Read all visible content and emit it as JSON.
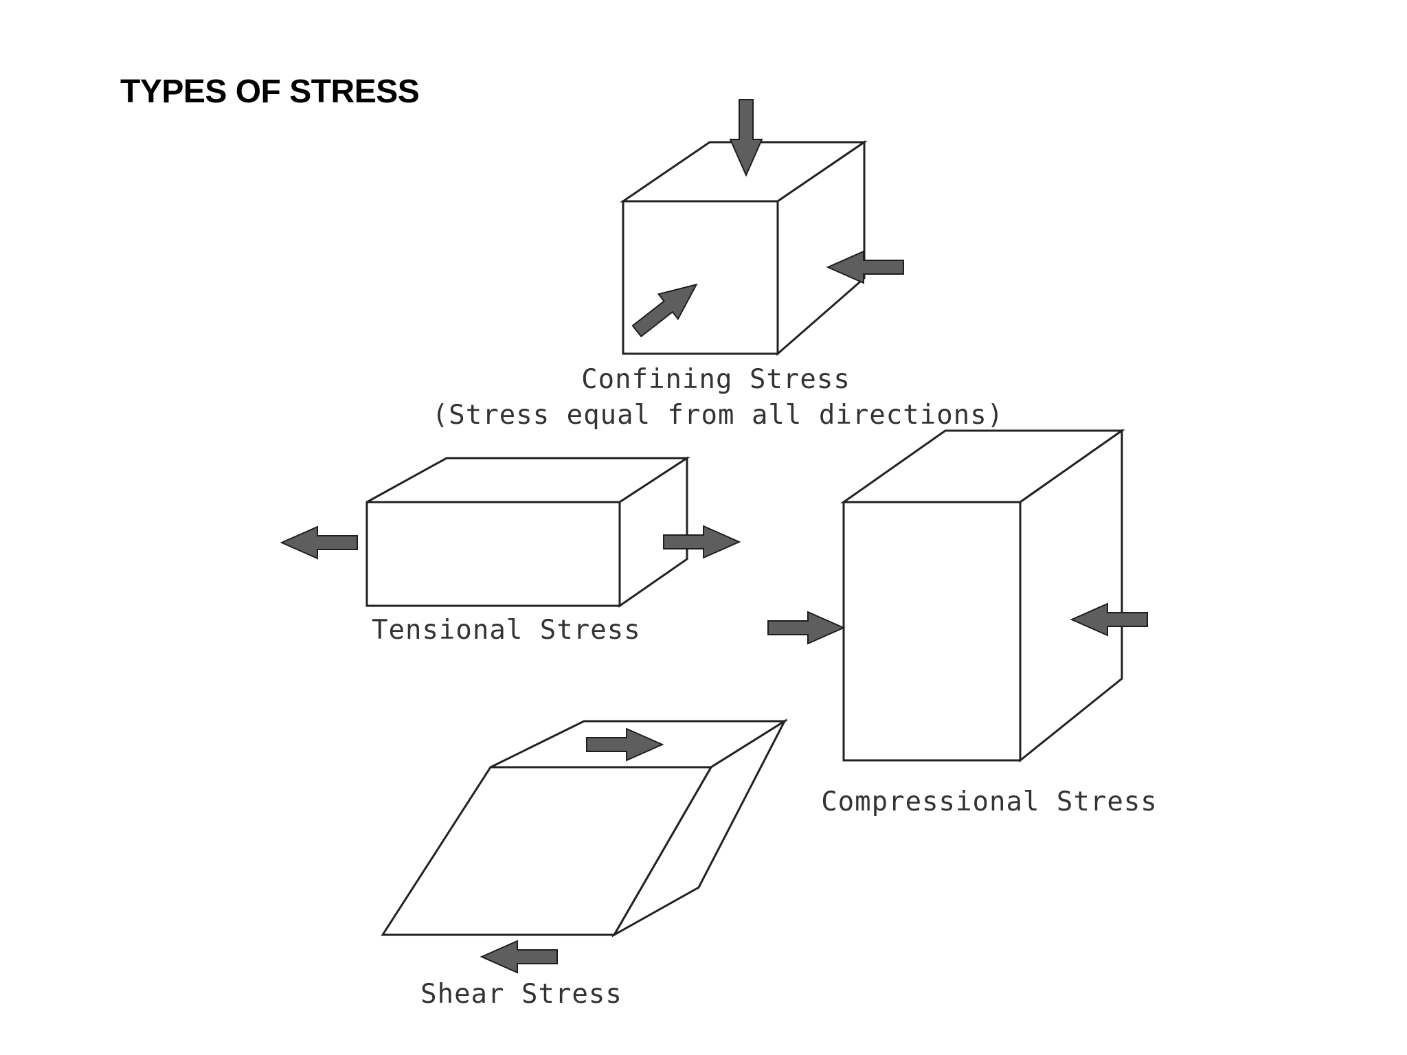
{
  "title": "TYPES OF STRESS",
  "colors": {
    "arrow_fill": "#5e5e5e",
    "outline": "#222222",
    "caption": "#333333",
    "background": "#ffffff"
  },
  "panels": {
    "confining": {
      "label": "Confining Stress",
      "sublabel": "(Stress equal from all directions)"
    },
    "tensional": {
      "label": "Tensional Stress"
    },
    "compressional": {
      "label": "Compressional Stress"
    },
    "shear": {
      "label": "Shear Stress"
    }
  }
}
